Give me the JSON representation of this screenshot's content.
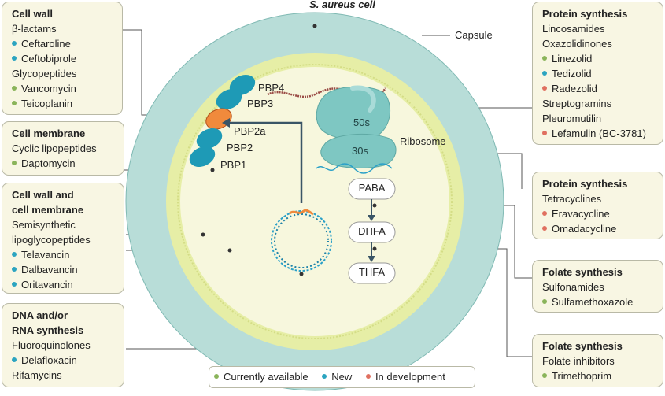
{
  "diagram": {
    "cell_title": "S. aureus cell",
    "capsule_label": "Capsule",
    "ribosome_label": "Ribosome",
    "ribosome_50s": "50s",
    "ribosome_30s": "30s",
    "pbp_labels": [
      "PBP4",
      "PBP3",
      "PBP2a",
      "PBP2",
      "PBP1"
    ],
    "metabolites": [
      "PABA",
      "DHFA",
      "THFA"
    ],
    "colors": {
      "capsule": "#b8ddd8",
      "cell_wall": "#e6eea6",
      "cytoplasm": "#f7f7dd",
      "pbp": "#1e9ab6",
      "pbp_highlight": "#f08a3c",
      "ribosome": "#7ec7c2",
      "dna": "#2aa0c8"
    }
  },
  "boxes": {
    "cell_wall": {
      "title": "Cell wall",
      "items": [
        {
          "text": "β-lactams",
          "status": ""
        },
        {
          "text": "Ceftaroline",
          "status": "new"
        },
        {
          "text": "Ceftobiprole",
          "status": "new"
        },
        {
          "text": "Glycopeptides",
          "status": ""
        },
        {
          "text": "Vancomycin",
          "status": "avail"
        },
        {
          "text": "Teicoplanin",
          "status": "avail"
        }
      ]
    },
    "cell_membrane": {
      "title": "Cell membrane",
      "items": [
        {
          "text": "Cyclic lipopeptides",
          "status": ""
        },
        {
          "text": "Daptomycin",
          "status": "avail"
        }
      ]
    },
    "wall_and_membrane": {
      "title_1": "Cell wall and",
      "title_2": "cell membrane",
      "items": [
        {
          "text": "Semisynthetic",
          "status": ""
        },
        {
          "text": "lipoglycopeptides",
          "status": ""
        },
        {
          "text": "Telavancin",
          "status": "new"
        },
        {
          "text": "Dalbavancin",
          "status": "new"
        },
        {
          "text": "Oritavancin",
          "status": "new"
        }
      ]
    },
    "dna_rna": {
      "title_1": "DNA and/or",
      "title_2": "RNA synthesis",
      "items": [
        {
          "text": "Fluoroquinolones",
          "status": ""
        },
        {
          "text": "Delafloxacin",
          "status": "new"
        },
        {
          "text": "Rifamycins",
          "status": ""
        }
      ]
    },
    "protein_synthesis_1": {
      "title": "Protein synthesis",
      "items": [
        {
          "text": "Lincosamides",
          "status": ""
        },
        {
          "text": "Oxazolidinones",
          "status": ""
        },
        {
          "text": "Linezolid",
          "status": "avail"
        },
        {
          "text": "Tedizolid",
          "status": "new"
        },
        {
          "text": "Radezolid",
          "status": "dev"
        },
        {
          "text": "Streptogramins",
          "status": ""
        },
        {
          "text": "Pleuromutilin",
          "status": ""
        },
        {
          "text": "Lefamulin (BC-3781)",
          "status": "dev"
        }
      ]
    },
    "protein_synthesis_2": {
      "title": "Protein synthesis",
      "items": [
        {
          "text": "Tetracyclines",
          "status": ""
        },
        {
          "text": "Eravacycline",
          "status": "dev"
        },
        {
          "text": "Omadacycline",
          "status": "dev"
        }
      ]
    },
    "folate_1": {
      "title": "Folate synthesis",
      "items": [
        {
          "text": "Sulfonamides",
          "status": ""
        },
        {
          "text": "Sulfamethoxazole",
          "status": "avail"
        }
      ]
    },
    "folate_2": {
      "title": "Folate synthesis",
      "items": [
        {
          "text": "Folate inhibitors",
          "status": ""
        },
        {
          "text": "Trimethoprim",
          "status": "avail"
        }
      ]
    }
  },
  "legend": {
    "available": "Currently available",
    "new": "New",
    "development": "In development",
    "colors": {
      "available": "#8ab45a",
      "new": "#2ba4c0",
      "development": "#e07060"
    }
  }
}
